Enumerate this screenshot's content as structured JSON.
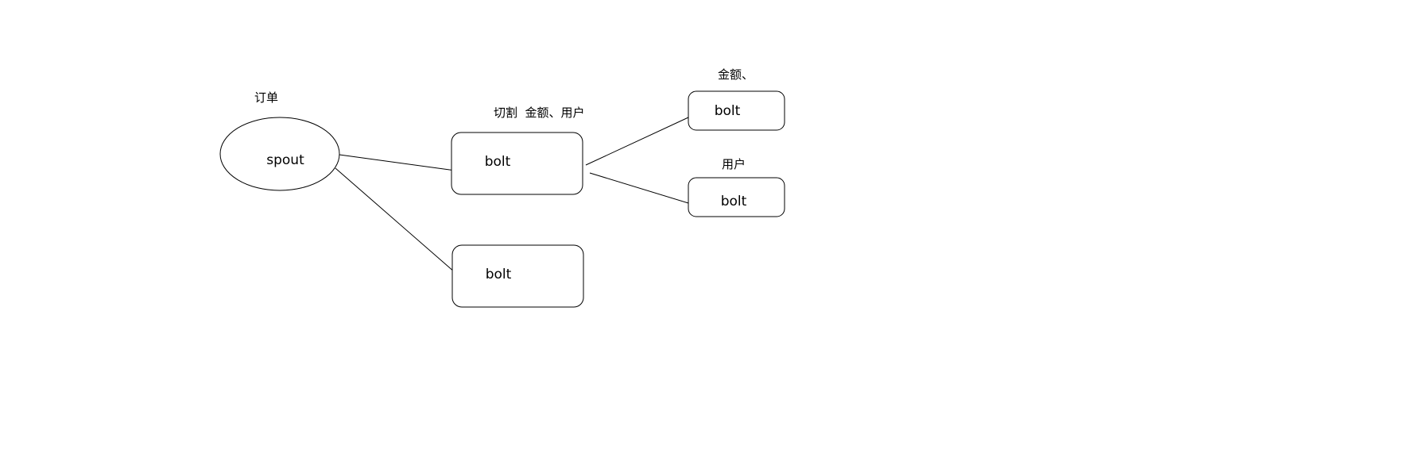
{
  "nodes": {
    "spout": {
      "label": "spout",
      "caption": "订单"
    },
    "split_bolt": {
      "label": "bolt",
      "caption": "切割  金额、用户"
    },
    "other_bolt": {
      "label": "bolt"
    },
    "amount_bolt": {
      "label": "bolt",
      "caption": "金额、"
    },
    "user_bolt": {
      "label": "bolt",
      "caption": "用户"
    }
  },
  "colors": {
    "stroke": "#000000",
    "background": "#ffffff"
  }
}
